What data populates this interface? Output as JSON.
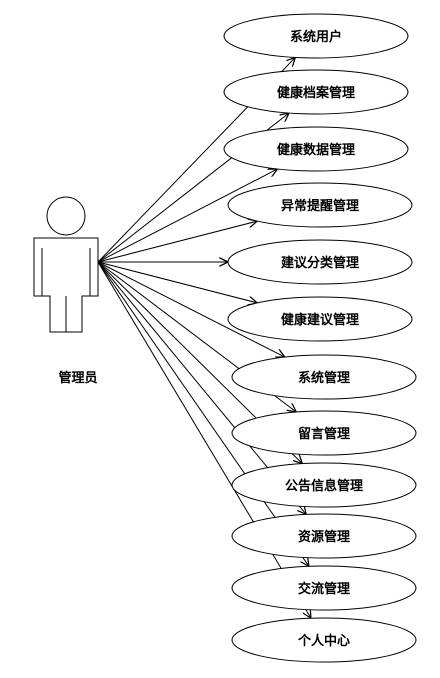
{
  "actor": {
    "label": "管理员"
  },
  "use_cases": [
    "系统用户",
    "健康档案管理",
    "健康数据管理",
    "异常提醒管理",
    "建议分类管理",
    "健康建议管理",
    "系统管理",
    "留言管理",
    "公告信息管理",
    "资源管理",
    "交流管理",
    "个人中心"
  ]
}
